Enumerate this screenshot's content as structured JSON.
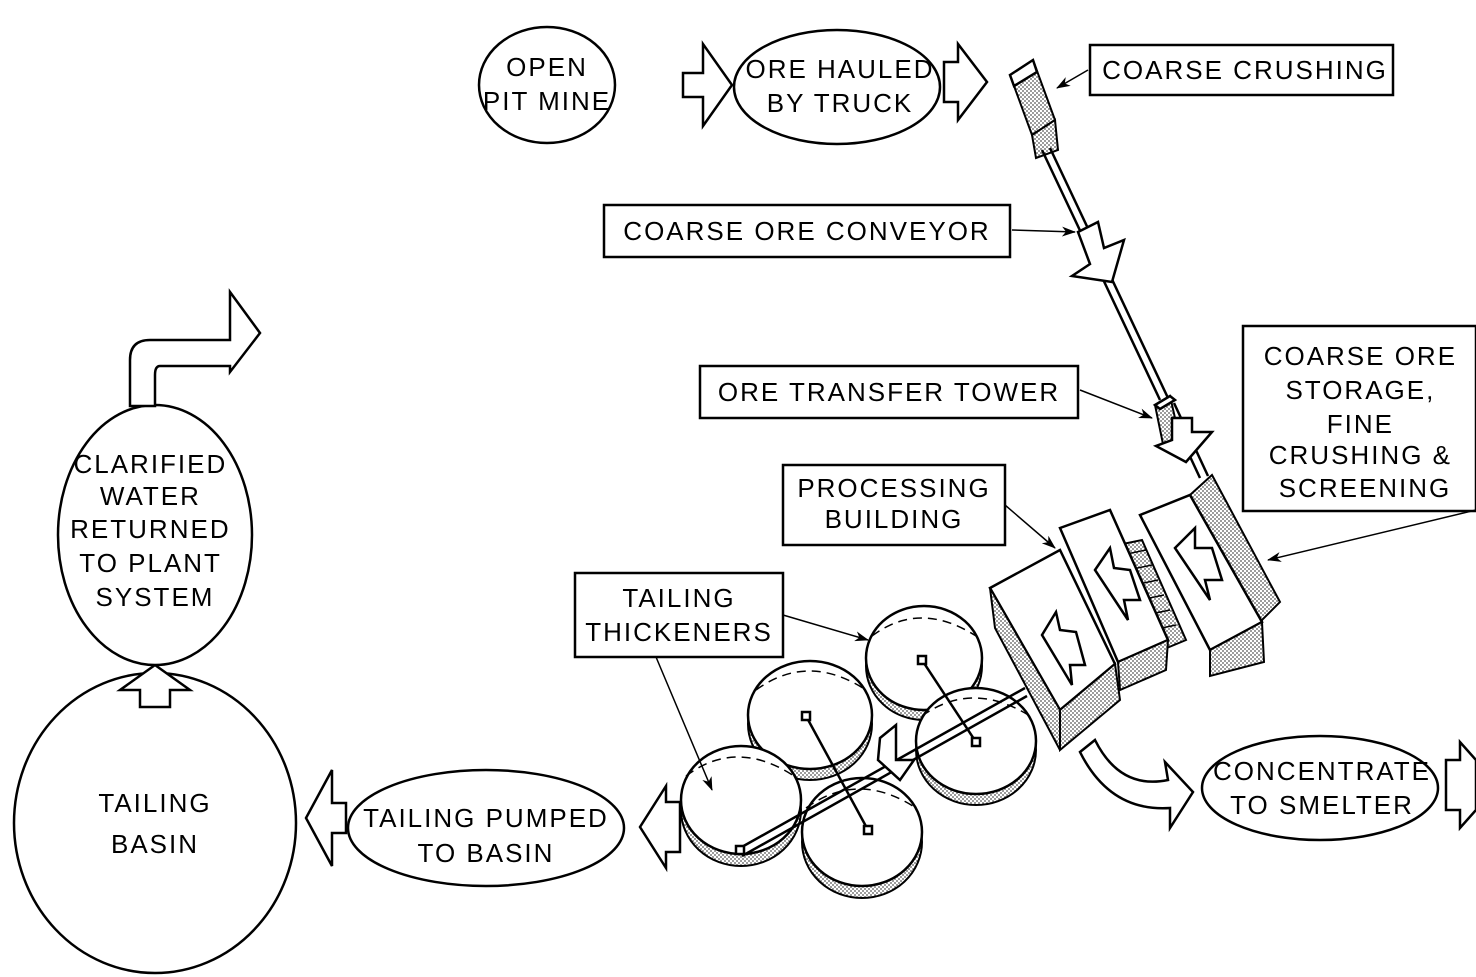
{
  "nodes": {
    "open_pit_mine": [
      "OPEN",
      "PIT  MINE"
    ],
    "ore_hauled": [
      "ORE HAULED",
      "BY TRUCK"
    ],
    "coarse_crushing": [
      "COARSE  CRUSHING"
    ],
    "coarse_ore_conveyor": [
      "COARSE  ORE  CONVEYOR"
    ],
    "ore_transfer_tower": [
      "ORE  TRANSFER  TOWER"
    ],
    "coarse_ore_storage": [
      "COARSE ORE",
      "STORAGE,",
      "FINE",
      "CRUSHING &",
      "SCREENING"
    ],
    "processing_building": [
      "PROCESSING",
      "BUILDING"
    ],
    "tailing_thickeners": [
      "TAILING",
      "THICKENERS"
    ],
    "concentrate_to_smelter": [
      "CONCENTRATE",
      "TO SMELTER"
    ],
    "tailing_pumped": [
      "TAILING PUMPED",
      "TO BASIN"
    ],
    "tailing_basin": [
      "TAILING",
      "BASIN"
    ],
    "clarified_water": [
      "CLARIFIED",
      "WATER",
      "RETURNED",
      "TO  PLANT",
      "SYSTEM"
    ]
  }
}
